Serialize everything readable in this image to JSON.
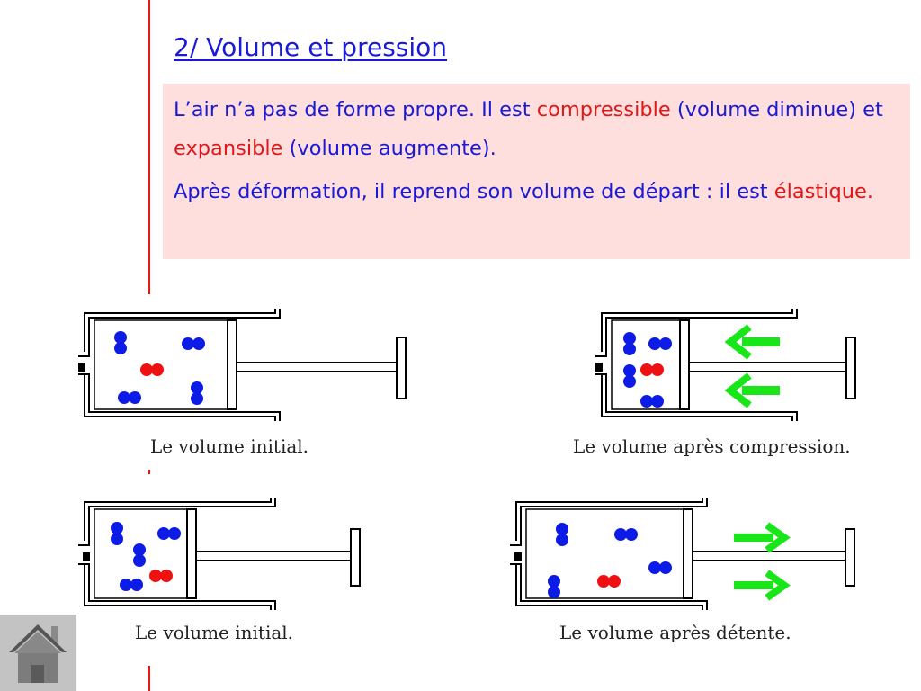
{
  "section_title": "2/ Volume et pression",
  "paragraph1": {
    "part1": "L’air n’a pas de forme propre. Il est ",
    "term1": "compressible",
    "part2": " (volume diminue) et ",
    "term2": "expansible",
    "part3": " (volume augmente)."
  },
  "paragraph2": {
    "part1": "Après déformation, il reprend son volume de départ : il est ",
    "term1": "élastique."
  },
  "figures": [
    {
      "caption": "Le volume initial."
    },
    {
      "caption": "Le volume après compression."
    },
    {
      "caption": "Le volume initial."
    },
    {
      "caption": "Le volume après détente."
    }
  ],
  "colors": {
    "title_text": "#1a1ad6",
    "highlight_text": "#e01818",
    "text_box_background": "#ffdede",
    "margin_line": "#dc1c1c",
    "molecule_blue": "#0d1be6",
    "molecule_red": "#ee1111",
    "arrow_green": "#18e618"
  },
  "icons": {
    "home": "home-icon",
    "compression_arrow": "arrow-left-icon",
    "expansion_arrow": "arrow-right-icon"
  }
}
